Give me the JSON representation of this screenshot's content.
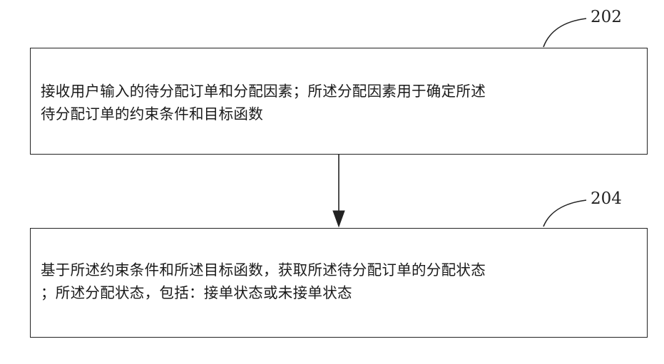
{
  "steps": [
    {
      "ref": "202",
      "lines": [
        "接收用户输入的待分配订单和分配因素；所述分配因素用于确定所述",
        "待分配订单的约束条件和目标函数"
      ]
    },
    {
      "ref": "204",
      "lines": [
        "基于所述约束条件和所述目标函数，获取所述待分配订单的分配状态",
        "；所述分配状态，包括：接单状态或未接单状态"
      ]
    }
  ],
  "colors": {
    "stroke": "#222222",
    "background": "#ffffff"
  }
}
